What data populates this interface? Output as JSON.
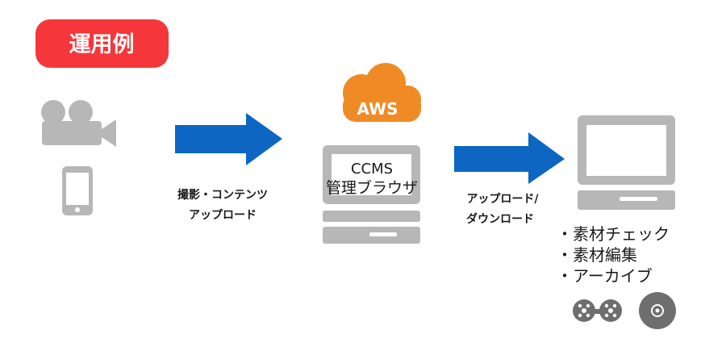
{
  "badge": {
    "label": "運用例",
    "color": "#f5363a"
  },
  "cloud": {
    "label": "AWS",
    "color": "#f08a24"
  },
  "server": {
    "line1": "CCMS",
    "line2": "管理ブラウザ"
  },
  "arrow_left_label": {
    "line1": "撮影・コンテンツ",
    "line2": "アップロード"
  },
  "arrow_right_label": {
    "line1": "アップロード/",
    "line2": "ダウンロード"
  },
  "tasks": [
    "・素材チェック",
    "・素材編集",
    "・アーカイブ"
  ],
  "colors": {
    "arrow": "#0d66c2",
    "device": "#b7b7b7",
    "device_dark": "#7d7d7d"
  },
  "icons": {
    "camera": "video-camera-icon",
    "phone": "smartphone-icon",
    "cloud": "cloud-icon",
    "server": "server-icon",
    "monitor": "desktop-computer-icon",
    "tape": "tape-reel-icon",
    "disc": "disc-icon"
  }
}
